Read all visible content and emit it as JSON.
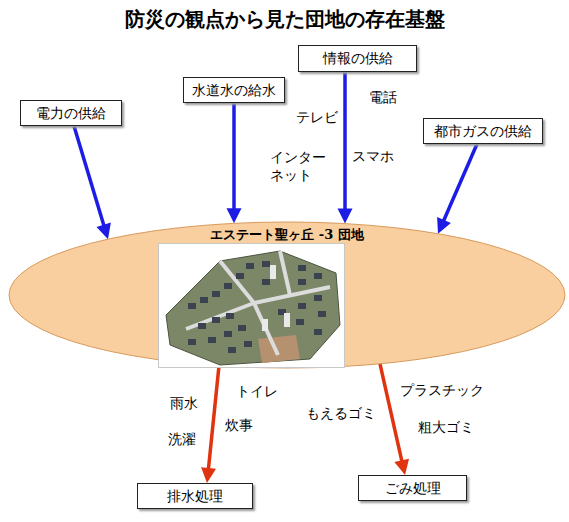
{
  "diagram": {
    "title": "防災の観点から見た団地の存在基盤",
    "nodes": [
      {
        "text": [
          "電力の供給"
        ]
      },
      {
        "text": [
          "水道水の給水"
        ]
      },
      {
        "text": [
          "情報の供給"
        ]
      },
      {
        "text": [
          "都市ガスの供給"
        ]
      },
      {
        "text": [
          "エステート聖ヶ丘 -3 団地"
        ]
      },
      {
        "text": [
          "排水処理"
        ]
      },
      {
        "text": [
          "ごみ処理"
        ]
      }
    ],
    "edges": [
      {
        "from": 0,
        "to": 4,
        "arrow": "to"
      },
      {
        "from": 1,
        "to": 4,
        "arrow": "to"
      },
      {
        "from": 2,
        "to": 4,
        "arrow": "to"
      },
      {
        "from": 3,
        "to": 4,
        "arrow": "to"
      },
      {
        "from": 4,
        "to": 5,
        "arrow": "to"
      },
      {
        "from": 4,
        "to": 6,
        "arrow": "to"
      }
    ],
    "labels": [
      "電話",
      "テレビ",
      "インター ネット",
      "スマホ",
      "トイレ",
      "雨水",
      "炊事",
      "洗濯",
      "プラスチック",
      "もえるゴミ",
      "粗大ゴミ"
    ]
  }
}
